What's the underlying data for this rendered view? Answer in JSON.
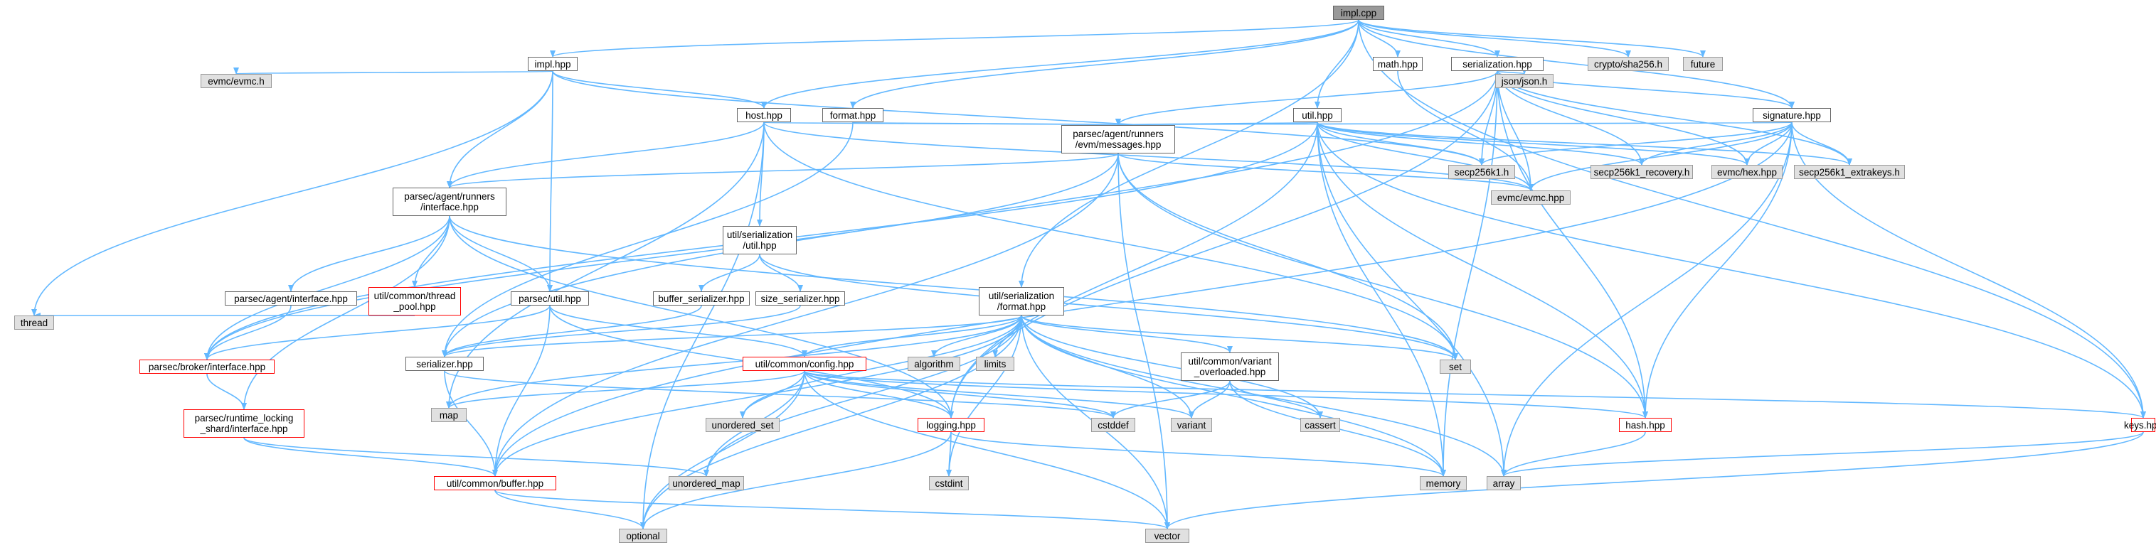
{
  "colors": {
    "edge": "#63b8ff",
    "border_normal": "#666666",
    "border_truncated": "#ff0000",
    "fill_root": "#999999",
    "fill_system": "#e0e0e0",
    "fill_project": "#ffffff"
  },
  "nodes": [
    {
      "id": "impl_cpp",
      "label": "impl.cpp",
      "type": "root"
    },
    {
      "id": "impl_hpp",
      "label": "impl.hpp",
      "type": "white"
    },
    {
      "id": "math_hpp",
      "label": "math.hpp",
      "type": "white"
    },
    {
      "id": "serialization_hpp",
      "label": "serialization.hpp",
      "type": "white"
    },
    {
      "id": "sha256",
      "label": "crypto/sha256.h",
      "type": "grey"
    },
    {
      "id": "future",
      "label": "future",
      "type": "grey"
    },
    {
      "id": "evmc_h",
      "label": "evmc/evmc.h",
      "type": "grey"
    },
    {
      "id": "host_hpp",
      "label": "host.hpp",
      "type": "white"
    },
    {
      "id": "format_hpp",
      "label": "format.hpp",
      "type": "white"
    },
    {
      "id": "json",
      "label": "json/json.h",
      "type": "grey"
    },
    {
      "id": "signature_hpp",
      "label": "signature.hpp",
      "type": "white"
    },
    {
      "id": "util_hpp",
      "label": "util.hpp",
      "type": "white"
    },
    {
      "id": "messages_hpp",
      "label": "parsec/agent/runners\n/evm/messages.hpp",
      "type": "white"
    },
    {
      "id": "secp256k1",
      "label": "secp256k1.h",
      "type": "grey"
    },
    {
      "id": "secp_recovery",
      "label": "secp256k1_recovery.h",
      "type": "grey"
    },
    {
      "id": "evmc_hex",
      "label": "evmc/hex.hpp",
      "type": "grey"
    },
    {
      "id": "secp_extrakeys",
      "label": "secp256k1_extrakeys.h",
      "type": "grey"
    },
    {
      "id": "evmc_hpp",
      "label": "evmc/evmc.hpp",
      "type": "grey"
    },
    {
      "id": "runners_interface",
      "label": "parsec/agent/runners\n/interface.hpp",
      "type": "white"
    },
    {
      "id": "ser_util",
      "label": "util/serialization\n/util.hpp",
      "type": "white"
    },
    {
      "id": "agent_interface",
      "label": "parsec/agent/interface.hpp",
      "type": "white"
    },
    {
      "id": "thread_pool",
      "label": "util/common/thread\n_pool.hpp",
      "type": "red"
    },
    {
      "id": "parsec_util",
      "label": "parsec/util.hpp",
      "type": "white"
    },
    {
      "id": "buffer_serializer",
      "label": "buffer_serializer.hpp",
      "type": "white"
    },
    {
      "id": "size_serializer",
      "label": "size_serializer.hpp",
      "type": "white"
    },
    {
      "id": "ser_format",
      "label": "util/serialization\n/format.hpp",
      "type": "white"
    },
    {
      "id": "thread",
      "label": "thread",
      "type": "grey"
    },
    {
      "id": "broker_interface",
      "label": "parsec/broker/interface.hpp",
      "type": "red"
    },
    {
      "id": "serializer",
      "label": "serializer.hpp",
      "type": "white"
    },
    {
      "id": "config",
      "label": "util/common/config.hpp",
      "type": "red"
    },
    {
      "id": "algorithm",
      "label": "algorithm",
      "type": "grey"
    },
    {
      "id": "limits",
      "label": "limits",
      "type": "grey"
    },
    {
      "id": "variant_overloaded",
      "label": "util/common/variant\n_overloaded.hpp",
      "type": "white"
    },
    {
      "id": "set",
      "label": "set",
      "type": "grey"
    },
    {
      "id": "runtime_locking",
      "label": "parsec/runtime_locking\n_shard/interface.hpp",
      "type": "red"
    },
    {
      "id": "map",
      "label": "map",
      "type": "grey"
    },
    {
      "id": "unordered_set",
      "label": "unordered_set",
      "type": "grey"
    },
    {
      "id": "cstddef",
      "label": "cstddef",
      "type": "grey"
    },
    {
      "id": "variant",
      "label": "variant",
      "type": "grey"
    },
    {
      "id": "cassert",
      "label": "cassert",
      "type": "grey"
    },
    {
      "id": "logging",
      "label": "logging.hpp",
      "type": "red"
    },
    {
      "id": "hash_hpp",
      "label": "hash.hpp",
      "type": "red"
    },
    {
      "id": "keys_hpp",
      "label": "keys.hpp",
      "type": "red"
    },
    {
      "id": "buffer_hpp",
      "label": "util/common/buffer.hpp",
      "type": "red"
    },
    {
      "id": "unordered_map",
      "label": "unordered_map",
      "type": "grey"
    },
    {
      "id": "cstdint",
      "label": "cstdint",
      "type": "grey"
    },
    {
      "id": "memory",
      "label": "memory",
      "type": "grey"
    },
    {
      "id": "array",
      "label": "array",
      "type": "grey"
    },
    {
      "id": "optional",
      "label": "optional",
      "type": "grey"
    },
    {
      "id": "vector",
      "label": "vector",
      "type": "grey"
    }
  ],
  "edges": [
    [
      "impl_cpp",
      "impl_hpp"
    ],
    [
      "impl_cpp",
      "math_hpp"
    ],
    [
      "impl_cpp",
      "serialization_hpp"
    ],
    [
      "impl_cpp",
      "sha256"
    ],
    [
      "impl_cpp",
      "future"
    ],
    [
      "impl_cpp",
      "host_hpp"
    ],
    [
      "impl_cpp",
      "format_hpp"
    ],
    [
      "impl_cpp",
      "util_hpp"
    ],
    [
      "impl_cpp",
      "ser_format"
    ],
    [
      "impl_cpp",
      "signature_hpp"
    ],
    [
      "impl_cpp",
      "keys_hpp"
    ],
    [
      "impl_hpp",
      "evmc_h"
    ],
    [
      "impl_hpp",
      "host_hpp"
    ],
    [
      "impl_hpp",
      "runners_interface"
    ],
    [
      "impl_hpp",
      "parsec_util"
    ],
    [
      "impl_hpp",
      "thread"
    ],
    [
      "impl_hpp",
      "secp256k1"
    ],
    [
      "math_hpp",
      "evmc_hpp"
    ],
    [
      "serialization_hpp",
      "json"
    ],
    [
      "serialization_hpp",
      "signature_hpp"
    ],
    [
      "serialization_hpp",
      "messages_hpp"
    ],
    [
      "serialization_hpp",
      "secp256k1"
    ],
    [
      "serialization_hpp",
      "secp_recovery"
    ],
    [
      "serialization_hpp",
      "evmc_hex"
    ],
    [
      "serialization_hpp",
      "secp_extrakeys"
    ],
    [
      "serialization_hpp",
      "evmc_hpp"
    ],
    [
      "serialization_hpp",
      "logging"
    ],
    [
      "serialization_hpp",
      "serializer"
    ],
    [
      "serialization_hpp",
      "memory"
    ],
    [
      "serialization_hpp",
      "hash_hpp"
    ],
    [
      "host_hpp",
      "messages_hpp"
    ],
    [
      "host_hpp",
      "runners_interface"
    ],
    [
      "host_hpp",
      "ser_util"
    ],
    [
      "host_hpp",
      "evmc_hpp"
    ],
    [
      "host_hpp",
      "set"
    ],
    [
      "host_hpp",
      "optional"
    ],
    [
      "host_hpp",
      "map"
    ],
    [
      "format_hpp",
      "messages_hpp"
    ],
    [
      "format_hpp",
      "serializer"
    ],
    [
      "signature_hpp",
      "messages_hpp"
    ],
    [
      "signature_hpp",
      "secp256k1"
    ],
    [
      "signature_hpp",
      "secp_recovery"
    ],
    [
      "signature_hpp",
      "evmc_hex"
    ],
    [
      "signature_hpp",
      "secp_extrakeys"
    ],
    [
      "signature_hpp",
      "evmc_hpp"
    ],
    [
      "signature_hpp",
      "hash_hpp"
    ],
    [
      "signature_hpp",
      "keys_hpp"
    ],
    [
      "signature_hpp",
      "array"
    ],
    [
      "signature_hpp",
      "buffer_hpp"
    ],
    [
      "util_hpp",
      "messages_hpp"
    ],
    [
      "util_hpp",
      "secp256k1"
    ],
    [
      "util_hpp",
      "secp_recovery"
    ],
    [
      "util_hpp",
      "evmc_hex"
    ],
    [
      "util_hpp",
      "secp_extrakeys"
    ],
    [
      "util_hpp",
      "evmc_hpp"
    ],
    [
      "util_hpp",
      "broker_interface"
    ],
    [
      "util_hpp",
      "hash_hpp"
    ],
    [
      "util_hpp",
      "keys_hpp"
    ],
    [
      "util_hpp",
      "logging"
    ],
    [
      "util_hpp",
      "memory"
    ],
    [
      "util_hpp",
      "array"
    ],
    [
      "messages_hpp",
      "evmc_hpp"
    ],
    [
      "messages_hpp",
      "runners_interface"
    ],
    [
      "messages_hpp",
      "buffer_hpp"
    ],
    [
      "messages_hpp",
      "hash_hpp"
    ],
    [
      "messages_hpp",
      "set"
    ],
    [
      "messages_hpp",
      "vector"
    ],
    [
      "messages_hpp",
      "broker_interface"
    ],
    [
      "runners_interface",
      "agent_interface"
    ],
    [
      "runners_interface",
      "thread_pool"
    ],
    [
      "runners_interface",
      "parsec_util"
    ],
    [
      "runners_interface",
      "broker_interface"
    ],
    [
      "runners_interface",
      "runtime_locking"
    ],
    [
      "runners_interface",
      "logging"
    ],
    [
      "runners_interface",
      "set"
    ],
    [
      "ser_util",
      "buffer_serializer"
    ],
    [
      "ser_util",
      "size_serializer"
    ],
    [
      "ser_util",
      "set"
    ],
    [
      "buffer_serializer",
      "serializer"
    ],
    [
      "size_serializer",
      "serializer"
    ],
    [
      "agent_interface",
      "broker_interface"
    ],
    [
      "thread_pool",
      "thread"
    ],
    [
      "parsec_util",
      "broker_interface"
    ],
    [
      "parsec_util",
      "config"
    ],
    [
      "parsec_util",
      "buffer_hpp"
    ],
    [
      "parsec_util",
      "logging"
    ],
    [
      "ser_format",
      "serializer"
    ],
    [
      "ser_format",
      "config"
    ],
    [
      "ser_format",
      "algorithm"
    ],
    [
      "ser_format",
      "limits"
    ],
    [
      "ser_format",
      "variant_overloaded"
    ],
    [
      "ser_format",
      "set"
    ],
    [
      "ser_format",
      "map"
    ],
    [
      "ser_format",
      "unordered_set"
    ],
    [
      "ser_format",
      "variant"
    ],
    [
      "ser_format",
      "cassert"
    ],
    [
      "ser_format",
      "cstdint"
    ],
    [
      "ser_format",
      "memory"
    ],
    [
      "ser_format",
      "array"
    ],
    [
      "ser_format",
      "optional"
    ],
    [
      "ser_format",
      "vector"
    ],
    [
      "ser_format",
      "unordered_map"
    ],
    [
      "ser_format",
      "buffer_hpp"
    ],
    [
      "broker_interface",
      "runtime_locking"
    ],
    [
      "serializer",
      "buffer_hpp"
    ],
    [
      "serializer",
      "cstddef"
    ],
    [
      "config",
      "map"
    ],
    [
      "config",
      "unordered_set"
    ],
    [
      "config",
      "unordered_map"
    ],
    [
      "config",
      "logging"
    ],
    [
      "config",
      "hash_hpp"
    ],
    [
      "config",
      "keys_hpp"
    ],
    [
      "config",
      "optional"
    ],
    [
      "config",
      "vector"
    ],
    [
      "config",
      "variant"
    ],
    [
      "config",
      "cstddef"
    ],
    [
      "variant_overloaded",
      "cstddef"
    ],
    [
      "variant_overloaded",
      "variant"
    ],
    [
      "variant_overloaded",
      "cassert"
    ],
    [
      "variant_overloaded",
      "memory"
    ],
    [
      "runtime_locking",
      "buffer_hpp"
    ],
    [
      "runtime_locking",
      "unordered_map"
    ],
    [
      "logging",
      "cstdint"
    ],
    [
      "logging",
      "memory"
    ],
    [
      "logging",
      "optional"
    ],
    [
      "hash_hpp",
      "array"
    ],
    [
      "keys_hpp",
      "array"
    ],
    [
      "keys_hpp",
      "vector"
    ],
    [
      "buffer_hpp",
      "optional"
    ],
    [
      "buffer_hpp",
      "vector"
    ]
  ]
}
